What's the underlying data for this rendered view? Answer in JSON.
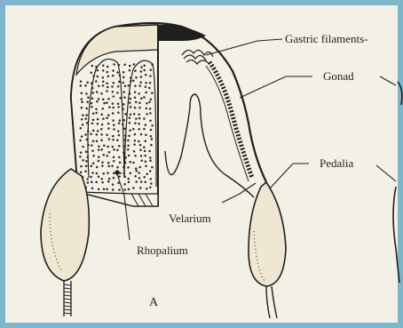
{
  "labels": {
    "gastric_filaments": "Gastric filaments-",
    "gonad": "Gonad",
    "pedalia": "Pedalia",
    "velarium": "Velarium",
    "rhopalium": "Rhopalium",
    "figure_letter": "A"
  },
  "colors": {
    "frame": "#7db6cc",
    "paper": "#f3f0e6",
    "ink": "#1f1f1f",
    "stipple": "#2a2a2a"
  }
}
